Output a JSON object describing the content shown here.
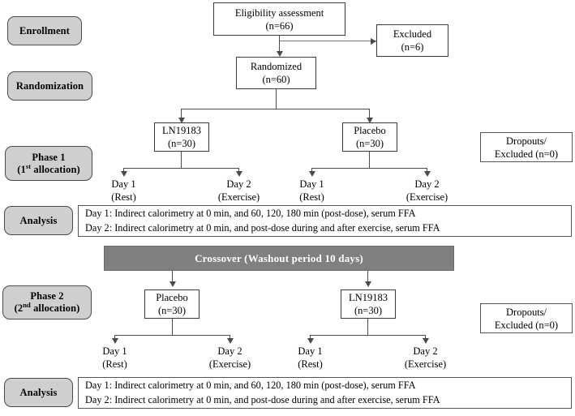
{
  "figure": {
    "type": "consort-flow-diagram",
    "title": "Randomized crossover trial participant flow"
  },
  "stages": [
    {
      "id": "enrollment",
      "label": "Enrollment"
    },
    {
      "id": "randomization",
      "label": "Randomization"
    },
    {
      "id": "phase1",
      "label_line1": "Phase 1",
      "label_line2_pre": "(1",
      "label_sup": "st",
      "label_line2_post": " allocation)"
    },
    {
      "id": "analysis1",
      "label": "Analysis"
    },
    {
      "id": "phase2",
      "label_line1": "Phase 2",
      "label_line2_pre": "(2",
      "label_sup": "nd",
      "label_line2_post": " allocation)"
    },
    {
      "id": "analysis2",
      "label": "Analysis"
    }
  ],
  "nodes": {
    "eligibility": {
      "line1": "Eligibility assessment",
      "line2": "(n=66)"
    },
    "excluded": {
      "line1": "Excluded",
      "line2": "(n=6)"
    },
    "randomized": {
      "line1": "Randomized",
      "line2": "(n=60)"
    },
    "p1_left": {
      "line1": "LN19183",
      "line2": "(n=30)"
    },
    "p1_right": {
      "line1": "Placebo",
      "line2": "(n=30)"
    },
    "p2_left": {
      "line1": "Placebo",
      "line2": "(n=30)"
    },
    "p2_right": {
      "line1": "LN19183",
      "line2": "(n=30)"
    },
    "dropouts1": {
      "line1": "Dropouts/",
      "line2": "Excluded (n=0)"
    },
    "dropouts2": {
      "line1": "Dropouts/",
      "line2": "Excluded (n=0)"
    }
  },
  "crossover": {
    "label": "Crossover (Washout period 10 days)"
  },
  "day_labels_phase1": [
    {
      "line1": "Day 1",
      "line2": "(Rest)"
    },
    {
      "line1": "Day 2",
      "line2": "(Exercise)"
    },
    {
      "line1": "Day 1",
      "line2": "(Rest)"
    },
    {
      "line1": "Day 2",
      "line2": "(Exercise)"
    }
  ],
  "day_labels_phase2": [
    {
      "line1": "Day 1",
      "line2": "(Rest)"
    },
    {
      "line1": "Day 2",
      "line2": "(Exercise)"
    },
    {
      "line1": "Day 1",
      "line2": "(Rest)"
    },
    {
      "line1": "Day 2",
      "line2": "(Exercise)"
    }
  ],
  "analysis1": {
    "line1": "Day 1: Indirect calorimetry at 0 min, and 60, 120, 180 min (post-dose), serum FFA",
    "line2": "Day 2: Indirect calorimetry at 0 min, and post-dose during and after exercise, serum FFA"
  },
  "analysis2": {
    "line1": "Day 1: Indirect calorimetry at 0 min, and 60, 120, 180 min (post-dose), serum FFA",
    "line2": "Day 2: Indirect calorimetry at 0 min, and post-dose during and after exercise, serum FFA"
  },
  "colors": {
    "stage_fill": "#cfcfcf",
    "stage_border": "#4a4a4a",
    "node_border": "#3a3a3a",
    "crossover_fill": "#808080",
    "crossover_text": "#ffffff",
    "connector": "#4a4a4a",
    "background": "#ffffff"
  }
}
